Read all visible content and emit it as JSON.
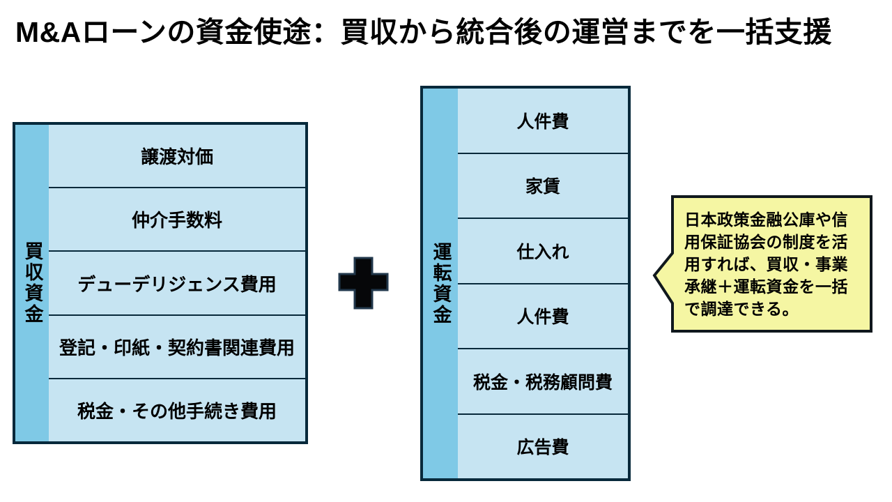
{
  "title": "M&Aローンの資金使途：買収から統合後の運営までを一括支援",
  "colors": {
    "strip_blue": "#7fc9e6",
    "body_blue": "#c6e4f2",
    "line_dark": "#07293b",
    "callout_yellow": "#f5f6a3",
    "callout_border": "#10181d",
    "plus_black": "#060709"
  },
  "left_box": {
    "category": "買収資金",
    "rows": [
      {
        "label": "譲渡対価"
      },
      {
        "label": "仲介手数料"
      },
      {
        "label": "デューデリジェンス費用"
      },
      {
        "label": "登記・印紙・契約書関連費用"
      },
      {
        "label": "税金・その他手続き費用"
      }
    ]
  },
  "right_box": {
    "category": "運転資金",
    "rows": [
      {
        "label": "人件費"
      },
      {
        "label": "家賃"
      },
      {
        "label": "仕入れ"
      },
      {
        "label": "人件費"
      },
      {
        "label": "税金・税務顧問費"
      },
      {
        "label": "広告費"
      }
    ]
  },
  "connector": {
    "symbol": "＋"
  },
  "callout": {
    "text": "日本政策金融公庫や信\n用保証協会の制度を活\n用すれば、買収・事業\n承継＋運転資金を一括\nで調達できる。"
  }
}
